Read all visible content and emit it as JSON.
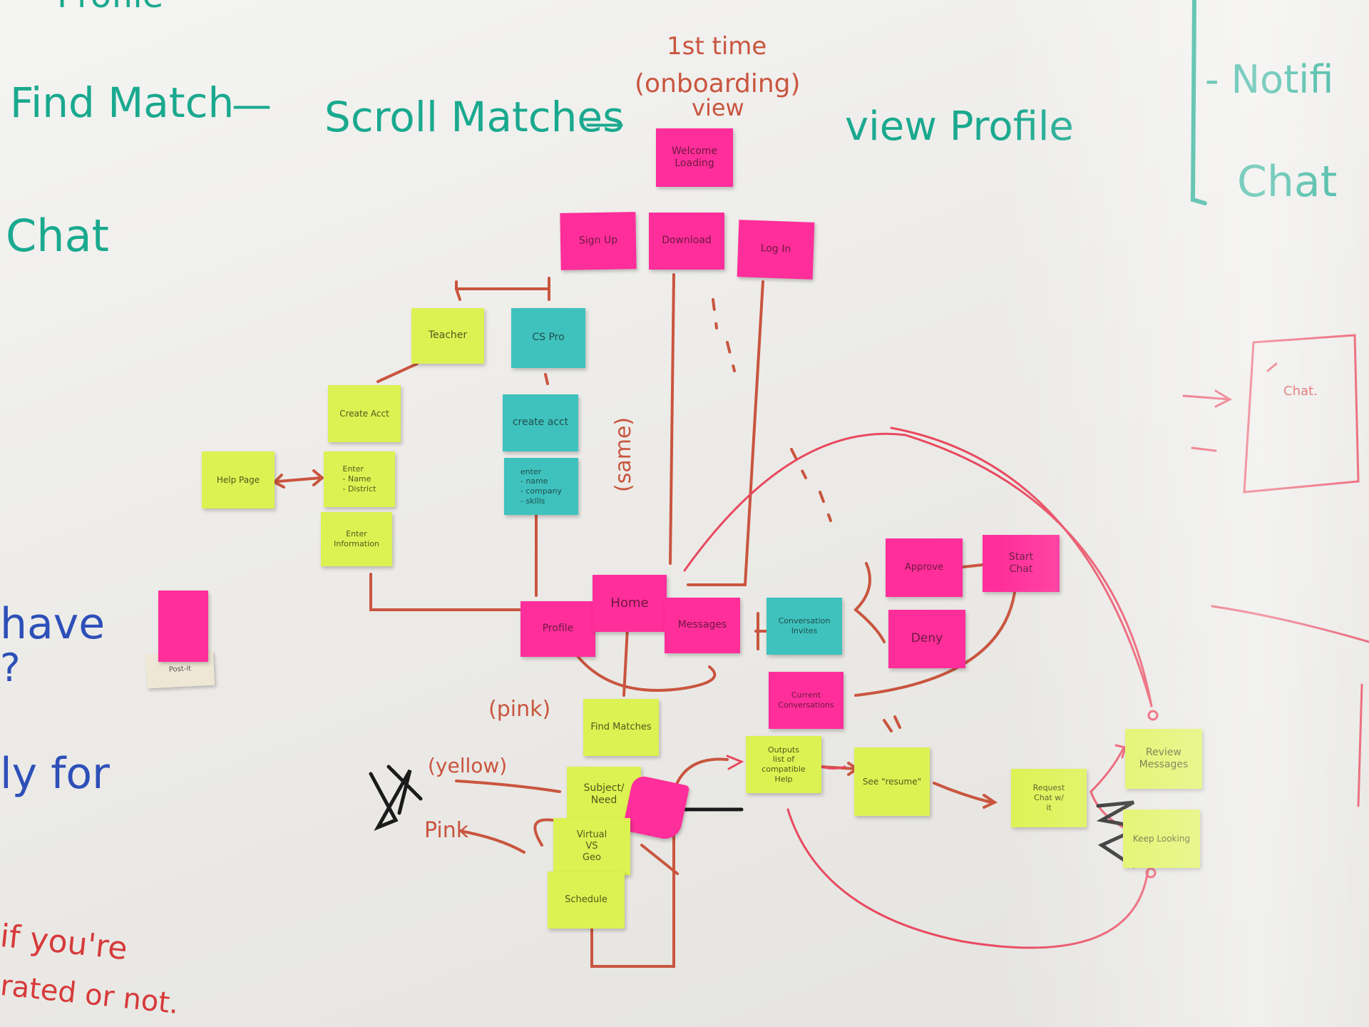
{
  "board": {
    "teal_text": {
      "profile_top": "Profile",
      "find_match": "Find Match",
      "dash1": "—",
      "scroll_matches": "Scroll Matches",
      "dash2": "—",
      "view_profile": "view Profile",
      "chat_left": "Chat",
      "notifications": "- Notifi",
      "chat_right": "Chat"
    },
    "red_text": {
      "first_time": "1st time",
      "onboarding": "(onboarding)",
      "view": "view",
      "same": "(same)",
      "pink1": "(pink)",
      "yellow": "(yellow)",
      "pink2": "Pink"
    },
    "blue_text": {
      "have": "have",
      "question": "?",
      "ly_for": "ly for"
    },
    "scarlet_text": {
      "if_youre": "if you're",
      "rated_or_not": "rated or not.",
      "wireframe_chat": "Chat."
    },
    "post_it_label": "Post-it"
  },
  "notes": {
    "welcome": "Welcome\nLoading",
    "sign_up": "Sign Up",
    "download": "Download",
    "log_in": "Log In",
    "teacher": "Teacher",
    "cs_pro": "CS Pro",
    "create_acct_yellow": "Create Acct",
    "create_acct_teal": "create acct",
    "help_page": "Help Page",
    "enter_teacher": "Enter\n- Name\n- District",
    "enter_pro": "enter\n- name\n- company\n- skills",
    "enter_information": "Enter Information",
    "profile": "Profile",
    "home": "Home",
    "messages": "Messages",
    "conversation_invites": "Conversation\nInvites",
    "approve": "Approve",
    "start_chat": "Start\nChat",
    "deny": "Deny",
    "current_conversations": "Current\nConversations",
    "find_matches": "Find Matches",
    "subject_need": "Subject/\nNeed",
    "virtual_vs_geo": "Virtual\nVS\nGeo",
    "schedule": "Schedule",
    "outputs": "Outputs\nlist of compatible\nHelp",
    "see_resume": "See \"resume\"",
    "request_chat": "Request\nChat w/\nit",
    "review_messages": "Review\nMessages",
    "keep_looking": "Keep Looking"
  },
  "colors": {
    "pink_note": "#ff2e9a",
    "yellow_note": "#dcf252",
    "teal_note": "#3fc2bd",
    "teal_marker": "#1aa98f",
    "red_marker": "#c9553f",
    "blue_marker": "#2d4fb8",
    "scarlet_marker": "#d63a3a"
  }
}
